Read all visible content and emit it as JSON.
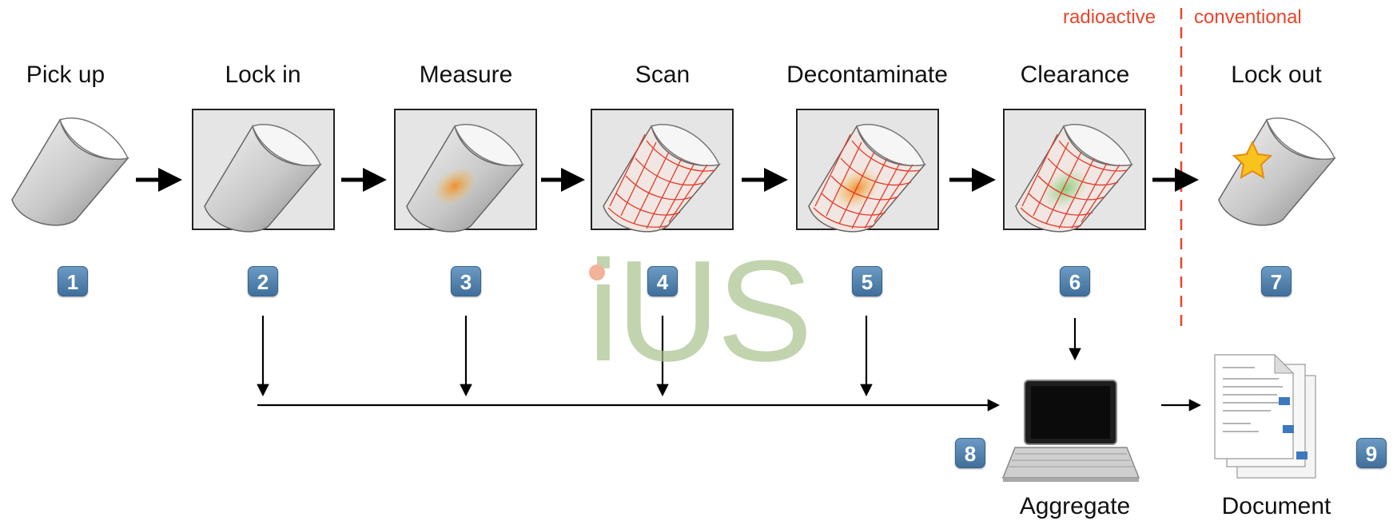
{
  "zones": {
    "left": "radioactive",
    "right": "conventional"
  },
  "steps": [
    {
      "label": "Pick up",
      "number": "1"
    },
    {
      "label": "Lock in",
      "number": "2"
    },
    {
      "label": "Measure",
      "number": "3"
    },
    {
      "label": "Scan",
      "number": "4"
    },
    {
      "label": "Decontaminate",
      "number": "5"
    },
    {
      "label": "Clearance",
      "number": "6"
    },
    {
      "label": "Lock out",
      "number": "7"
    },
    {
      "label": "Aggregate",
      "number": "8"
    },
    {
      "label": "Document",
      "number": "9"
    }
  ],
  "watermark": "iUS",
  "colors": {
    "zone_divider": "#e8452b",
    "badge": "#4f7fab",
    "mesh": "#e23b2b"
  }
}
